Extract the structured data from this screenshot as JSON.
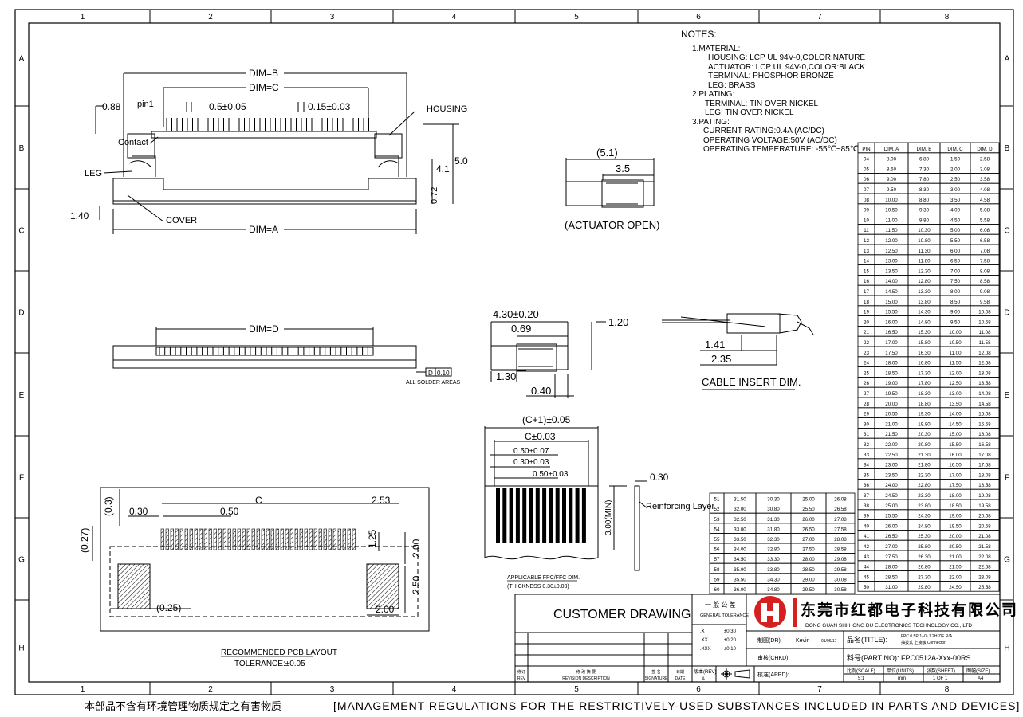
{
  "frame": {
    "columns": [
      "1",
      "2",
      "3",
      "4",
      "5",
      "6",
      "7",
      "8"
    ],
    "rows": [
      "A",
      "B",
      "C",
      "D",
      "E",
      "F",
      "G",
      "H"
    ]
  },
  "notes": {
    "title": "NOTES:",
    "lines": [
      "1.MATERIAL:",
      "HOUSING:   LCP UL 94V-0,COLOR:NATURE",
      "ACTUATOR:  LCP UL 94V-0,COLOR:BLACK",
      "TERMINAL:  PHOSPHOR BRONZE",
      "LEG:  BRASS",
      "2.PLATING:",
      "TERMINAL: TIN OVER NICKEL",
      "LEG: TIN OVER NICKEL",
      "3.PATING:",
      "CURRENT RATING:0.4A (AC/DC)",
      "OPERATING VOLTAGE:50V (AC/DC)",
      "OPERATING TEMPERATURE:   -55℃~85℃"
    ]
  },
  "front_view": {
    "dim_b": "DIM=B",
    "dim_c": "DIM=C",
    "dim_a": "DIM=A",
    "d088": "0.88",
    "pin1": "pin1",
    "pitch": "0.5±0.05",
    "width": "0.15±0.03",
    "housing": "HOUSING",
    "contact": "Contact",
    "leg": "LEG",
    "cover": "COVER",
    "d140": "1.40",
    "d41": "4.1",
    "d50": "5.0",
    "d072": "0.72"
  },
  "actuator_view": {
    "d51": "(5.1)",
    "d35": "3.5",
    "caption": "(ACTUATOR OPEN)"
  },
  "bottom_view": {
    "dim_d": "DIM=D",
    "flat_sym": "D",
    "flat_val": "0.10",
    "note": "ALL SOLDER AREAS"
  },
  "side_view": {
    "d430": "4.30±0.20",
    "d069": "0.69",
    "d120": "1.20",
    "d130": "1.30",
    "d040": "0.40"
  },
  "cable_view": {
    "d141": "1.41",
    "d235": "2.35",
    "caption": "CABLE INSERT DIM."
  },
  "fpc_view": {
    "dc1": "(C+1)±0.05",
    "dc": "C±0.03",
    "d050a": "0.50±0.07",
    "d030": "0.30±0.03",
    "d050b": "0.50±0.03",
    "d300": "3.00(MIN)",
    "d030b": "0.30",
    "reinforce": "Reinforcing Layer",
    "caption1": "APPLICABLE FPC/FFC DIM.",
    "caption2": "(THICKNESS 0.30±0.03)"
  },
  "pcb_layout": {
    "d03": "(0.3)",
    "d030": "0.30",
    "d050": "0.50",
    "c": "C",
    "d253": "2.53",
    "d027": "(0.27)",
    "d125": "1.25",
    "d200": "2.00",
    "d250": "2.50",
    "d025": "(0.25)",
    "d200b": "2.00",
    "caption": "RECOMMENDED PCB LAYOUT",
    "tolerance": "TOLERANCE:±0.05"
  },
  "dim_table": {
    "headers": [
      "PIN",
      "DIM. A",
      "DIM. B",
      "DIM. C",
      "DIM. D"
    ],
    "rows": [
      [
        "04",
        "8.00",
        "6.80",
        "1.50",
        "2.58"
      ],
      [
        "05",
        "8.50",
        "7.30",
        "2.00",
        "3.08"
      ],
      [
        "06",
        "9.00",
        "7.80",
        "2.50",
        "3.58"
      ],
      [
        "07",
        "9.50",
        "8.30",
        "3.00",
        "4.08"
      ],
      [
        "08",
        "10.00",
        "8.80",
        "3.50",
        "4.58"
      ],
      [
        "09",
        "10.50",
        "9.30",
        "4.00",
        "5.08"
      ],
      [
        "10",
        "11.00",
        "9.80",
        "4.50",
        "5.58"
      ],
      [
        "11",
        "11.50",
        "10.30",
        "5.00",
        "6.08"
      ],
      [
        "12",
        "12.00",
        "10.80",
        "5.50",
        "6.58"
      ],
      [
        "13",
        "12.50",
        "11.30",
        "6.00",
        "7.08"
      ],
      [
        "14",
        "13.00",
        "11.80",
        "6.50",
        "7.58"
      ],
      [
        "15",
        "13.50",
        "12.30",
        "7.00",
        "8.08"
      ],
      [
        "16",
        "14.00",
        "12.80",
        "7.50",
        "8.58"
      ],
      [
        "17",
        "14.50",
        "13.30",
        "8.00",
        "9.08"
      ],
      [
        "18",
        "15.00",
        "13.80",
        "8.50",
        "9.58"
      ],
      [
        "19",
        "15.50",
        "14.30",
        "9.00",
        "10.08"
      ],
      [
        "20",
        "16.00",
        "14.80",
        "9.50",
        "10.58"
      ],
      [
        "21",
        "16.50",
        "15.30",
        "10.00",
        "11.08"
      ],
      [
        "22",
        "17.00",
        "15.80",
        "10.50",
        "11.58"
      ],
      [
        "23",
        "17.50",
        "16.30",
        "11.00",
        "12.08"
      ],
      [
        "24",
        "18.00",
        "16.80",
        "11.50",
        "12.58"
      ],
      [
        "25",
        "18.50",
        "17.30",
        "12.00",
        "13.08"
      ],
      [
        "26",
        "19.00",
        "17.80",
        "12.50",
        "13.58"
      ],
      [
        "27",
        "19.50",
        "18.30",
        "13.00",
        "14.08"
      ],
      [
        "28",
        "20.00",
        "18.80",
        "13.50",
        "14.58"
      ],
      [
        "29",
        "20.50",
        "19.30",
        "14.00",
        "15.08"
      ],
      [
        "30",
        "21.00",
        "19.80",
        "14.50",
        "15.58"
      ],
      [
        "31",
        "21.50",
        "20.30",
        "15.00",
        "16.08"
      ],
      [
        "32",
        "22.00",
        "20.80",
        "15.50",
        "16.58"
      ],
      [
        "33",
        "22.50",
        "21.30",
        "16.00",
        "17.08"
      ],
      [
        "34",
        "23.00",
        "21.80",
        "16.50",
        "17.58"
      ],
      [
        "35",
        "23.50",
        "22.30",
        "17.00",
        "18.08"
      ],
      [
        "36",
        "24.00",
        "22.80",
        "17.50",
        "18.58"
      ],
      [
        "37",
        "24.50",
        "23.30",
        "18.00",
        "19.08"
      ],
      [
        "38",
        "25.00",
        "23.80",
        "18.50",
        "19.58"
      ],
      [
        "39",
        "25.50",
        "24.30",
        "19.00",
        "20.08"
      ],
      [
        "40",
        "26.00",
        "24.80",
        "19.50",
        "20.58"
      ],
      [
        "41",
        "26.50",
        "25.30",
        "20.00",
        "21.08"
      ],
      [
        "42",
        "27.00",
        "25.80",
        "20.50",
        "21.58"
      ],
      [
        "43",
        "27.50",
        "26.30",
        "21.00",
        "22.08"
      ],
      [
        "44",
        "28.00",
        "26.80",
        "21.50",
        "22.58"
      ],
      [
        "45",
        "28.50",
        "27.30",
        "22.00",
        "23.08"
      ],
      [
        "50",
        "31.00",
        "29.80",
        "24.50",
        "25.58"
      ]
    ],
    "rows2": [
      [
        "51",
        "31.50",
        "30.30",
        "25.00",
        "26.08"
      ],
      [
        "52",
        "32.00",
        "30.80",
        "25.50",
        "26.58"
      ],
      [
        "53",
        "32.50",
        "31.30",
        "26.00",
        "27.08"
      ],
      [
        "54",
        "33.00",
        "31.80",
        "26.50",
        "27.58"
      ],
      [
        "55",
        "33.50",
        "32.30",
        "27.00",
        "28.08"
      ],
      [
        "56",
        "34.00",
        "32.80",
        "27.50",
        "28.58"
      ],
      [
        "57",
        "34.50",
        "33.30",
        "28.00",
        "29.08"
      ],
      [
        "58",
        "35.00",
        "33.80",
        "28.50",
        "29.58"
      ],
      [
        "59",
        "35.50",
        "34.30",
        "29.00",
        "30.08"
      ],
      [
        "60",
        "36.00",
        "34.80",
        "29.50",
        "30.58"
      ]
    ]
  },
  "title_block": {
    "customer_drawing": "CUSTOMER DRAWING",
    "tol_cn": "一 般 公 差",
    "tol_en": "GENERAL TOLERANCE",
    "tol_rows": [
      [
        ".X",
        "±0.30"
      ],
      [
        ".XX",
        "±0.20"
      ],
      [
        ".XXX",
        "±0.10"
      ]
    ],
    "company_cn": "东莞市红都电子科技有限公司",
    "company_en": "DONG GUAN SHI HONG DU ELECTRONICS TECHNOLOGY CO., LTD",
    "drawn_label": "制图(DR):",
    "drawn_by": "Kevin",
    "drawn_date": "01/06/17",
    "title_label": "品名(TITLE):",
    "title_line1": "FPC 0.5P(1+0) 1.2H ZIF R/A",
    "title_line2": "抽拔式 上接触 Connector",
    "check_label": "审核(CHKD):",
    "part_label": "料号(PART NO):",
    "part_no": "FPC0512A-Xxx-00RS",
    "rev_label": "版本(REV)",
    "rev": "A",
    "appd_label": "核准(APPD):",
    "scale_label": "比例(SCALE)",
    "scale": "5:1",
    "units_label": "单位(UNITS)",
    "units": "mm",
    "sheet_label": "张数(SHEET)",
    "sheet": "1 OF 1",
    "size_label": "图幅(SIZE)",
    "size": "A4",
    "rev_hdr": [
      "修订",
      "修 改 摘 要",
      "签 名",
      "日期"
    ],
    "rev_hdr_en": [
      "REV",
      "REVISION DESCRIPTION",
      "SIGNATURE",
      "DATE"
    ]
  },
  "footer": {
    "cn": "本部品不含有环境管理物质规定之有害物质",
    "en": "[MANAGEMENT  REGULATIONS  FOR  THE  RESTRICTIVELY-USED  SUBSTANCES  INCLUDED  IN  PARTS  AND  DEVICES]"
  }
}
